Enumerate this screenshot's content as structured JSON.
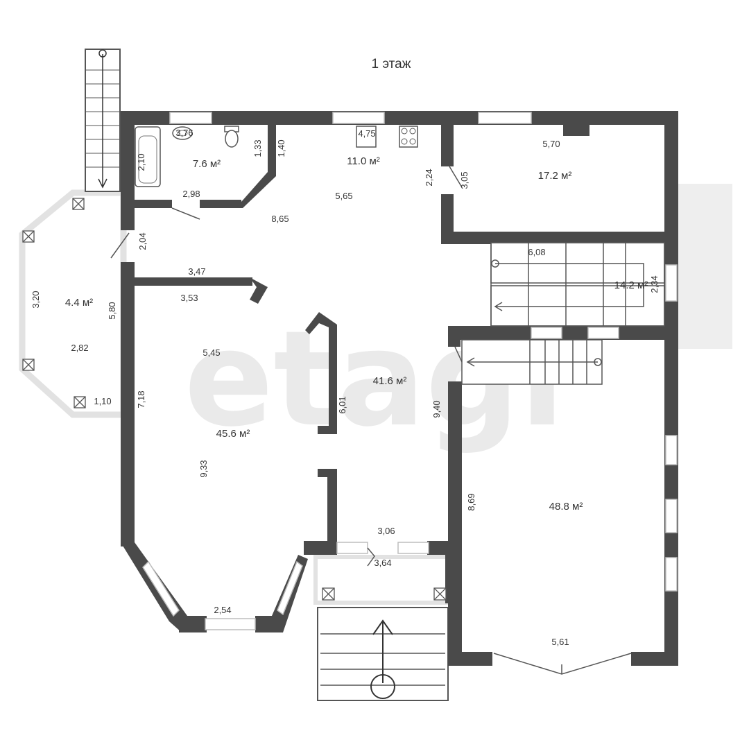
{
  "floor_title": "1 этаж",
  "watermark": "etagi",
  "colors": {
    "wall": "#4a4a4a",
    "window_frame": "#dddddd",
    "balcony": "#e6e6e6",
    "text": "#333333"
  },
  "rooms": {
    "bathroom_area": "7.6 м²",
    "kitchen_area": "11.0 м²",
    "bedroom_top_right_area": "17.2 м²",
    "stair_hall_area": "14.2 м²",
    "hall_area": "41.6 м²",
    "living_area": "45.6 м²",
    "right_room_area": "48.8 м²",
    "terrace_area": "4.4 м²"
  },
  "dimensions": {
    "d_376": "3,76",
    "d_210": "2,10",
    "d_133": "1,33",
    "d_140": "1,40",
    "d_298": "2,98",
    "d_475": "4,75",
    "d_224": "2,24",
    "d_305": "3,05",
    "d_565": "5,65",
    "d_865": "8,65",
    "d_570": "5,70",
    "d_608": "6,08",
    "d_234": "2,34",
    "d_204": "2,04",
    "d_347": "3,47",
    "d_353": "3,53",
    "d_320": "3,20",
    "d_580": "5,80",
    "d_282": "2,82",
    "d_110": "1,10",
    "d_545": "5,45",
    "d_718": "7,18",
    "d_601": "6,01",
    "d_940": "9,40",
    "d_933": "9,33",
    "d_869": "8,69",
    "d_306": "3,06",
    "d_364": "3,64",
    "d_254": "2,54",
    "d_561": "5,61"
  }
}
